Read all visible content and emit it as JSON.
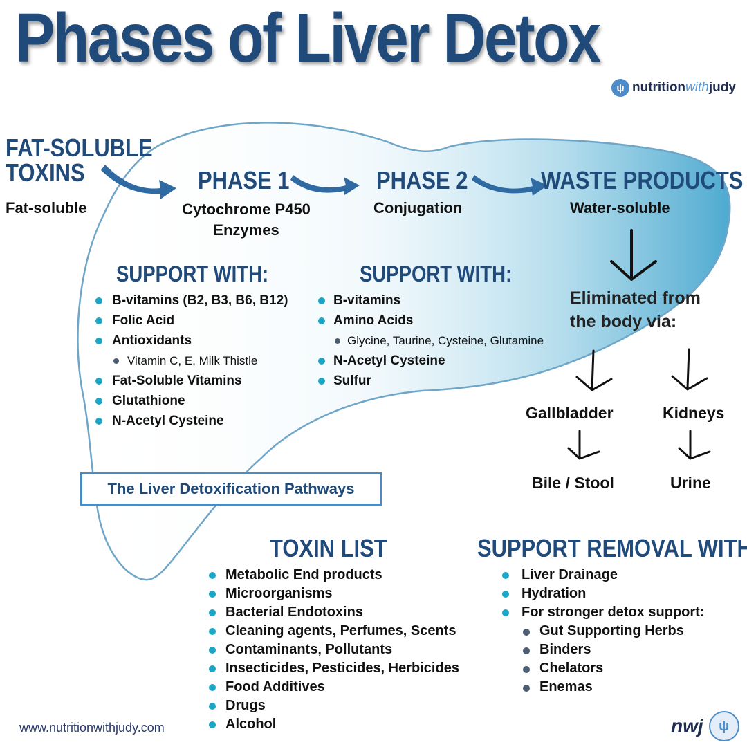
{
  "title": "Phases of Liver Detox",
  "brand": {
    "text_main": "nutrition",
    "text_italic": "with",
    "text_end": "judy"
  },
  "flow": {
    "start_title_line1": "FAT-SOLUBLE",
    "start_title_line2": "TOXINS",
    "start_sub": "Fat-soluble",
    "phase1_title": "PHASE 1",
    "phase1_sub_line1": "Cytochrome P450",
    "phase1_sub_line2": "Enzymes",
    "phase2_title": "PHASE 2",
    "phase2_sub": "Conjugation",
    "waste_title": "WASTE PRODUCTS",
    "waste_sub": "Water-soluble"
  },
  "support_phase1": {
    "heading": "SUPPORT WITH:",
    "items": [
      {
        "text": "B-vitamins (B2, B3, B6, B12)",
        "level": "main"
      },
      {
        "text": "Folic Acid",
        "level": "main"
      },
      {
        "text": "Antioxidants",
        "level": "main"
      },
      {
        "text": "Vitamin C, E, Milk Thistle",
        "level": "sub"
      },
      {
        "text": "Fat-Soluble Vitamins",
        "level": "main"
      },
      {
        "text": "Glutathione",
        "level": "main"
      },
      {
        "text": "N-Acetyl Cysteine",
        "level": "main"
      }
    ]
  },
  "support_phase2": {
    "heading": "SUPPORT WITH:",
    "items": [
      {
        "text": "B-vitamins",
        "level": "main"
      },
      {
        "text": "Amino Acids",
        "level": "main"
      },
      {
        "text": "Glycine, Taurine, Cysteine, Glutamine",
        "level": "sub"
      },
      {
        "text": "N-Acetyl Cysteine",
        "level": "main"
      },
      {
        "text": "Sulfur",
        "level": "main"
      }
    ]
  },
  "elimination": {
    "line1": "Eliminated from",
    "line2": "the body via:",
    "organ_left": "Gallbladder",
    "organ_right": "Kidneys",
    "output_left": "Bile / Stool",
    "output_right": "Urine"
  },
  "pathways_label": "The Liver Detoxification Pathways",
  "toxin_list": {
    "heading": "TOXIN LIST",
    "items": [
      "Metabolic End products",
      "Microorganisms",
      "Bacterial Endotoxins",
      "Cleaning agents, Perfumes, Scents",
      "Contaminants, Pollutants",
      "Insecticides, Pesticides, Herbicides",
      "Food Additives",
      "Drugs",
      "Alcohol"
    ]
  },
  "removal": {
    "heading": "SUPPORT REMOVAL WITH:",
    "items": [
      {
        "text": "Liver Drainage",
        "level": "main"
      },
      {
        "text": "Hydration",
        "level": "main"
      },
      {
        "text": "For stronger detox support:",
        "level": "main"
      },
      {
        "text": "Gut Supporting Herbs",
        "level": "sub"
      },
      {
        "text": "Binders",
        "level": "sub"
      },
      {
        "text": "Chelators",
        "level": "sub"
      },
      {
        "text": "Enemas",
        "level": "sub"
      }
    ]
  },
  "footer": {
    "website": "www.nutritionwithjudy.com",
    "mark": "nwj"
  },
  "colors": {
    "navy": "#1f4a7a",
    "bullet": "#1aa6c4",
    "liver_outline": "#6fa6c8",
    "liver_fill": "#5fb1d3"
  }
}
